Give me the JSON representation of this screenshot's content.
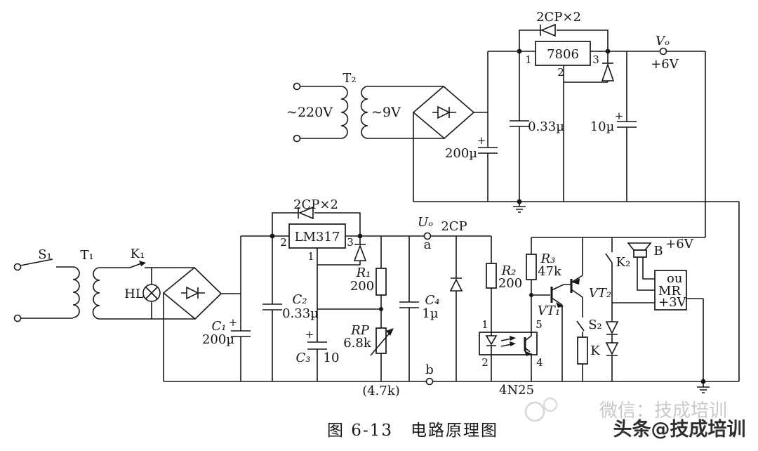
{
  "labels": {
    "s1": "S₁",
    "t1": "T₁",
    "k1": "K₁",
    "hl": "HL",
    "c1_name": "C₁",
    "c1_value": "200µ",
    "plus": "+",
    "t2": "T₂",
    "ac220": "~220V",
    "ac9": "~9V",
    "diode_pair_top": "2CP×2",
    "ic_7806": "7806",
    "pin1": "1",
    "pin2": "2",
    "pin3": "3",
    "pin4": "4",
    "pin5": "5",
    "c_filter_top": "200µ",
    "c_033_top": "0.33µ",
    "c_10u": "10µ",
    "v_out": "Vₒ",
    "plus_6v": "+6V",
    "diode_pair_lm317": "2CP×2",
    "ic_lm317": "LM317",
    "c2_name": "C₂",
    "c2_value": "0.33µ",
    "c3_name": "C₃",
    "c3_value": "10",
    "r1_name": "R₁",
    "r1_value": "200",
    "rp_name": "RP",
    "rp_value": "6.8k",
    "rp_alt_value": "(4.7k)",
    "c4_name": "C₄",
    "c4_value": "1µ",
    "u_out": "Uₒ",
    "term_a": "a",
    "term_b": "b",
    "diode_2cp": "2CP",
    "r2_name": "R₂",
    "r2_value": "200",
    "opto_name": "4N25",
    "r3_name": "R₃",
    "r3_value": "47k",
    "vt1": "VT₁",
    "vt2": "VT₂",
    "s2": "S₂",
    "k_coil": "K",
    "k2": "K₂",
    "speaker": "B",
    "mr_pin_ou": "ou",
    "mr_name": "MR",
    "mr_supply": "+3V",
    "caption": "图 6-13　电路原理图",
    "watermark_light": "微信：技成培训",
    "watermark_dark": "头条@技成培训"
  }
}
